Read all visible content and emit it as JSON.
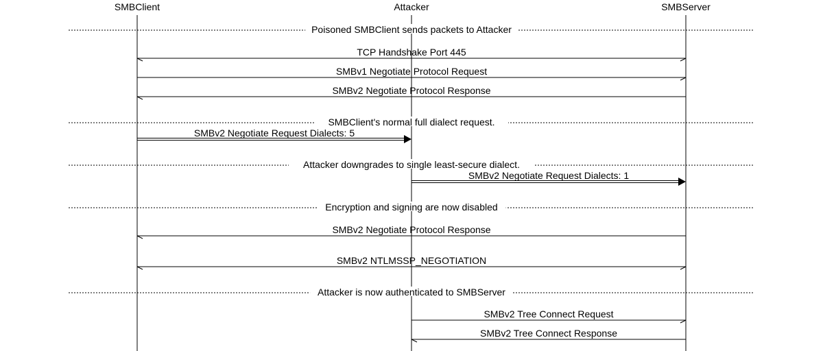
{
  "participants": [
    {
      "id": "client",
      "name": "SMBClient"
    },
    {
      "id": "attacker",
      "name": "Attacker"
    },
    {
      "id": "server",
      "name": "SMBServer"
    }
  ],
  "steps": [
    {
      "kind": "divider",
      "text": "Poisoned SMBClient sends packets to Attacker"
    },
    {
      "kind": "message",
      "from": "client",
      "to": "server",
      "style": "bidirectional",
      "text": "TCP Handshake Port 445"
    },
    {
      "kind": "message",
      "from": "client",
      "to": "server",
      "style": "open",
      "text": "SMBv1 Negotiate Protocol Request"
    },
    {
      "kind": "message",
      "from": "server",
      "to": "client",
      "style": "open",
      "text": "SMBv2 Negotiate Protocol Response"
    },
    {
      "kind": "divider",
      "text": "SMBClient's normal full dialect request."
    },
    {
      "kind": "message",
      "from": "client",
      "to": "attacker",
      "style": "filled-double",
      "text": "SMBv2 Negotiate Request Dialects: 5"
    },
    {
      "kind": "divider",
      "text": "Attacker downgrades to single least-secure dialect."
    },
    {
      "kind": "message",
      "from": "attacker",
      "to": "server",
      "style": "filled-double",
      "text": "SMBv2 Negotiate Request Dialects: 1"
    },
    {
      "kind": "divider",
      "text": "Encryption and signing are now disabled"
    },
    {
      "kind": "message",
      "from": "server",
      "to": "client",
      "style": "open",
      "text": "SMBv2 Negotiate Protocol Response"
    },
    {
      "kind": "message",
      "from": "client",
      "to": "server",
      "style": "bidirectional",
      "text": "SMBv2 NTLMSSP_NEGOTIATION"
    },
    {
      "kind": "divider",
      "text": "Attacker is now authenticated to SMBServer"
    },
    {
      "kind": "message",
      "from": "attacker",
      "to": "server",
      "style": "open",
      "text": "SMBv2 Tree Connect Request"
    },
    {
      "kind": "message",
      "from": "server",
      "to": "attacker",
      "style": "open",
      "text": "SMBv2 Tree Connect Response"
    }
  ]
}
